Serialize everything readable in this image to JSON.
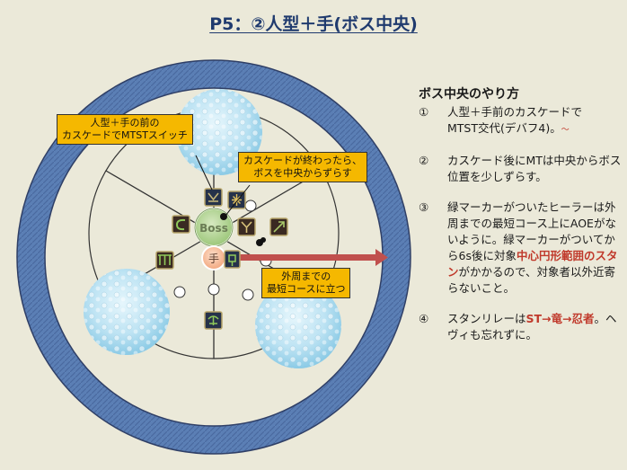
{
  "title": "P5：②人型＋手(ボス中央)",
  "boss_label": "Boss",
  "hand_label": "手",
  "callouts": {
    "swap": [
      "人型＋手の前の",
      "カスケードでMTSTスイッチ"
    ],
    "after_cascade": [
      "カスケードが終わったら、",
      "ボスを中央からずらす"
    ],
    "outer_route": [
      "外周までの",
      "最短コースに立つ"
    ]
  },
  "panel": {
    "heading": "ボス中央のやり方",
    "items": [
      {
        "num": "①",
        "parts": [
          "人型＋手前のカスケードで",
          "MTST交代(デバフ4)。"
        ]
      },
      {
        "num": "②",
        "parts": [
          "カスケード後にMTは中央からボス位置を少しずらす。"
        ]
      },
      {
        "num": "③",
        "parts": [
          "緑マーカーがついたヒーラーは外周までの最短コース上にAOEがないように。緑マーカーがついてから6s後に対象",
          "中心円形範囲のスタン",
          "がかかるので、対象者以外近寄らないこと。"
        ]
      },
      {
        "num": "④",
        "parts": [
          "スタンリレーは",
          "ST→竜→忍者",
          "。ヘヴィも忘れずに。"
        ]
      }
    ]
  },
  "colors": {
    "ring": "#5b7fb5",
    "arrow": "#c0504d",
    "callout": "#f5b800",
    "puddle": "#bde3f3",
    "boss": "#b9d59a"
  },
  "icons": [
    "dark-knight-icon",
    "astrologian-icon",
    "summoner-icon",
    "warrior-icon",
    "bard-icon",
    "white-mage-icon",
    "scholar-icon",
    "paladin-icon",
    "ninja-icon"
  ]
}
